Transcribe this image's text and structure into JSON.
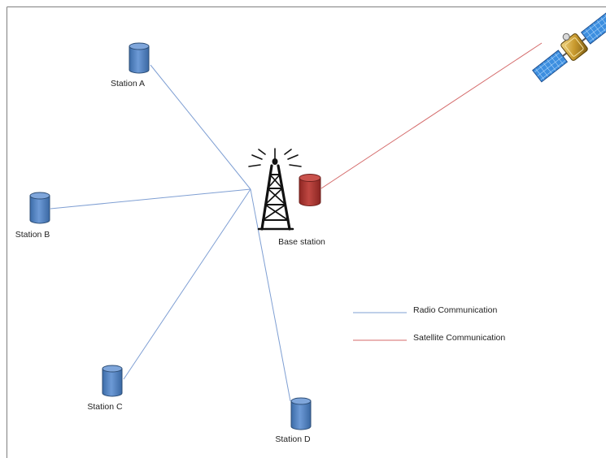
{
  "diagram": {
    "stations": [
      {
        "label": "Station A"
      },
      {
        "label": "Station B"
      },
      {
        "label": "Station C"
      },
      {
        "label": "Station D"
      }
    ],
    "base_station": {
      "label": "Base station"
    },
    "legend": {
      "radio": "Radio Communication",
      "satellite": "Satellite Communication"
    },
    "colors": {
      "radio_line": "#7f9fd3",
      "satellite_line": "#d46a6a",
      "station_fill": "#4f81bd",
      "station_stroke": "#2c4d75",
      "base_fill": "#a8332f",
      "base_stroke": "#6e1f1c",
      "frame": "#7f7f7f"
    },
    "icons": {
      "station": "cylinder-icon",
      "base": "cylinder-icon",
      "tower": "radio-tower-icon",
      "satellite": "satellite-icon"
    }
  }
}
